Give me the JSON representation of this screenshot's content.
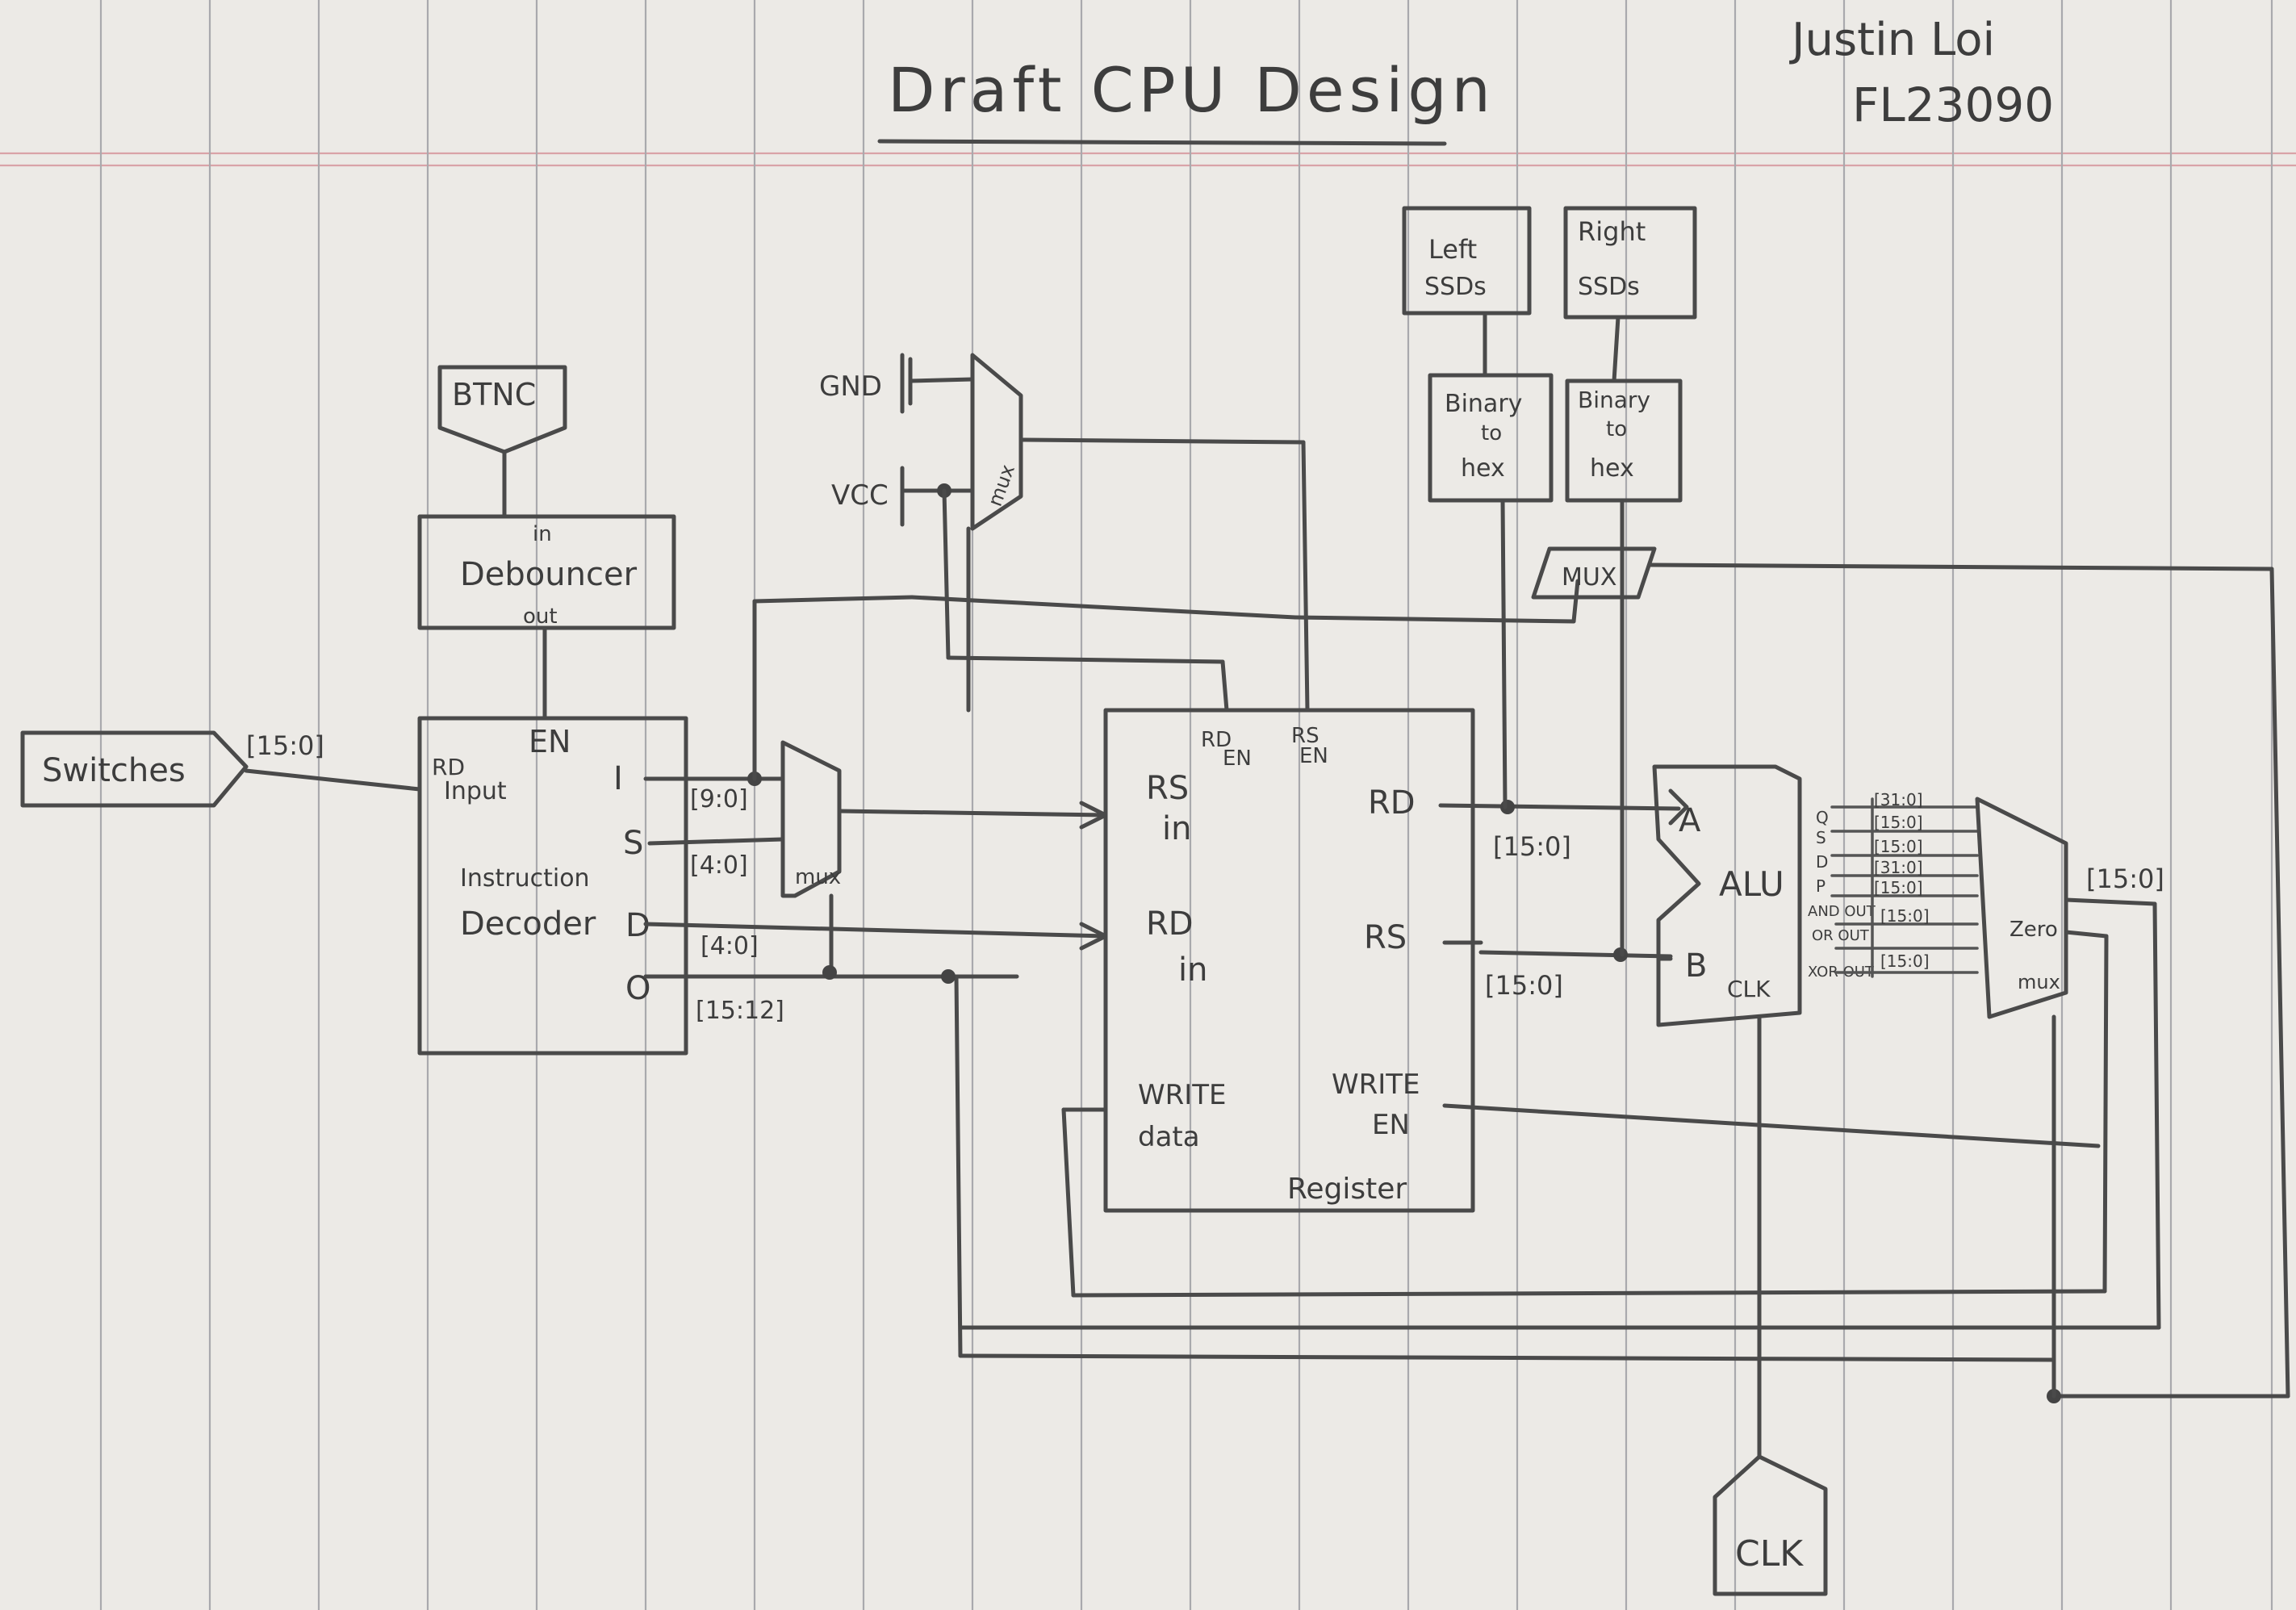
{
  "header": {
    "title": "Draft CPU Design",
    "author": "Justin Loi",
    "id": "FL23090"
  },
  "inputs": {
    "btnc": "BTNC",
    "switches": "Switches",
    "clk": "CLK",
    "gnd": "GND",
    "vcc": "VCC"
  },
  "debouncer": {
    "in_label": "in",
    "name": "Debouncer",
    "out_label": "out"
  },
  "decoder": {
    "en": "EN",
    "rd_input_1": "RD",
    "rd_input_2": "Input",
    "name_1": "Instruction",
    "name_2": "Decoder",
    "port_i": "I",
    "port_s": "S",
    "port_d": "D",
    "port_o": "O"
  },
  "bus_labels": {
    "switches": "[15:0]",
    "i": "[9:0]",
    "s": "[4:0]",
    "d": "[4:0]",
    "o": "[15:12]",
    "rd_out": "[15:0]",
    "rs_out": "[15:0]",
    "mux_out": "[15:0]",
    "alu_out_1": "[31:0]",
    "alu_out_2": "[15:0]",
    "alu_out_3": "[15:0]",
    "alu_out_4": "[31:0]",
    "alu_out_5": "[15:0]",
    "alu_out_6": "[15:0]",
    "alu_out_7": "[15:0]"
  },
  "mux": {
    "label": "mux",
    "display_label": "MUX",
    "zero_label": "Zero"
  },
  "register": {
    "rd_en_1": "RD",
    "rd_en_2": "EN",
    "rs_en_1": "RS",
    "rs_en_2": "EN",
    "rs_in_1": "RS",
    "rs_in_2": "in",
    "rd_in_1": "RD",
    "rd_in_2": "in",
    "rd_out": "RD",
    "rs_out": "RS",
    "write_data_1": "WRITE",
    "write_data_2": "data",
    "write_en_1": "WRITE",
    "write_en_2": "EN",
    "name": "Register"
  },
  "display": {
    "left_1": "Left",
    "left_2": "SSDs",
    "right_1": "Right",
    "right_2": "SSDs",
    "b2h_1": "Binary",
    "b2h_2": "to",
    "b2h_3": "hex"
  },
  "alu": {
    "name": "ALU",
    "a": "A",
    "b": "B",
    "clk": "CLK",
    "outputs": [
      "Q",
      "S",
      "D",
      "P",
      "AND OUT",
      "OR OUT",
      "XOR OUT"
    ]
  }
}
